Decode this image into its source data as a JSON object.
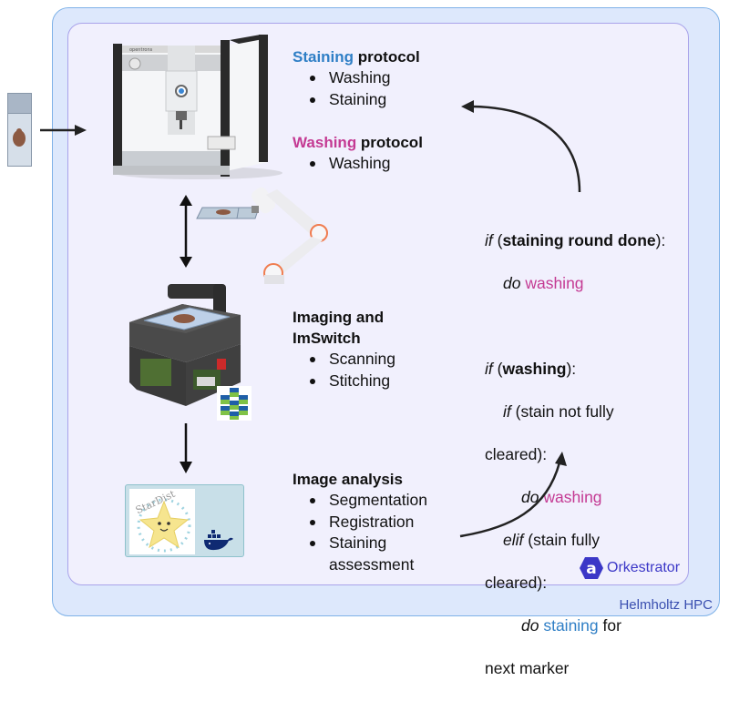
{
  "containers": {
    "outer_label": "Helmholtz HPC",
    "inner_label": "Orkestrator"
  },
  "colors": {
    "staining": "#2f7fc6",
    "washing": "#c43a93",
    "outer_bg": "#dde8fc",
    "inner_bg": "#f1f0fd",
    "orkestrator": "#3b37c7"
  },
  "staining_protocol": {
    "title_colored": "Staining",
    "title_rest": " protocol",
    "items": [
      "Washing",
      "Staining"
    ]
  },
  "washing_protocol": {
    "title_colored": "Washing",
    "title_rest": " protocol",
    "items": [
      "Washing"
    ]
  },
  "imaging": {
    "title_line1": "Imaging and",
    "title_line2": "ImSwitch",
    "items": [
      "Scanning",
      "Stitching"
    ]
  },
  "analysis": {
    "title": "Image analysis",
    "items": [
      "Segmentation",
      "Registration",
      "Staining",
      "assessment"
    ]
  },
  "logic": {
    "l1_kw": "if",
    "l1_open": " (",
    "l1_cond": "staining round done",
    "l1_close": "):",
    "l2_kw": "do",
    "l2_action": " washing",
    "l3_kw": "if",
    "l3_open": " (",
    "l3_cond": "washing",
    "l3_close": "):",
    "l4_kw": "if",
    "l4_text": " (stain not fully",
    "l5_text": "cleared):",
    "l6_kw": "do",
    "l6_action": " washing",
    "l7_kw": "elif",
    "l7_text": " (stain fully",
    "l8_text": "cleared):",
    "l9_kw": "do",
    "l9_action": " staining",
    "l9_rest": " for",
    "l10_text": "next marker"
  },
  "images": {
    "slide": "tissue-slide",
    "opentrons": "opentrons-liquid-handler",
    "robot_arm": "robot-arm",
    "microscope": "openuc2-microscope",
    "imswitch_logo": "imswitch-logo",
    "stardist": "stardist-logo",
    "docker": "docker-logo",
    "orkestrator_logo": "orkestrator-logo"
  }
}
